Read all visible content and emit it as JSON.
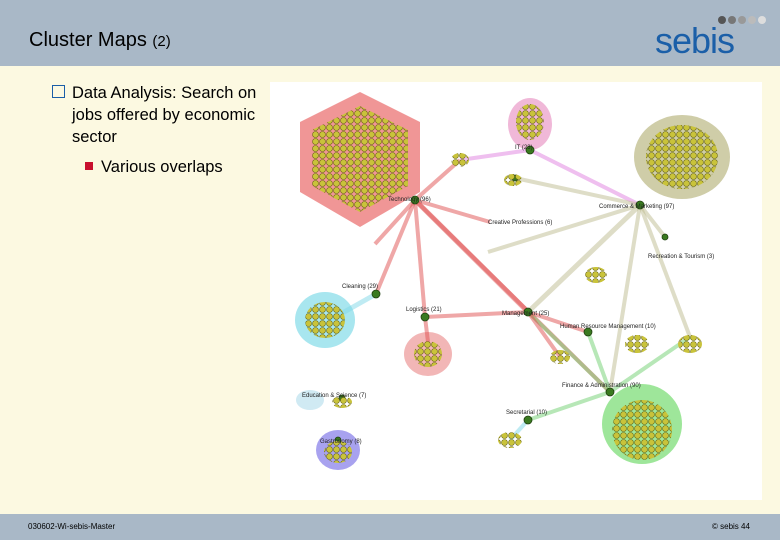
{
  "slide": {
    "title": "Cluster Maps",
    "title_suffix": "(2)",
    "logo": "sebis",
    "bullet_main": "Data Analysis: Search on jobs offered by economic sector",
    "bullet_sub": "Various overlaps",
    "footer_left": "030602-Wi-sebis-Master",
    "footer_right": "© sebis  44"
  },
  "cluster_map": {
    "labels": {
      "it": "IT (23)",
      "technology": "Technology (96)",
      "commerce": "Commerce & Marketing (97)",
      "creative": "Creative Professions (6)",
      "recreation": "Recreation & Tourism (3)",
      "cleaning": "Cleaning (29)",
      "logistics": "Logistics (21)",
      "management": "Management (25)",
      "hr": "Human Resource Management (10)",
      "finance": "Finance & Administration (90)",
      "education": "Education & Science (7)",
      "secretarial": "Secretarial (10)",
      "gastronomy": "Gastronomy (8)"
    }
  }
}
